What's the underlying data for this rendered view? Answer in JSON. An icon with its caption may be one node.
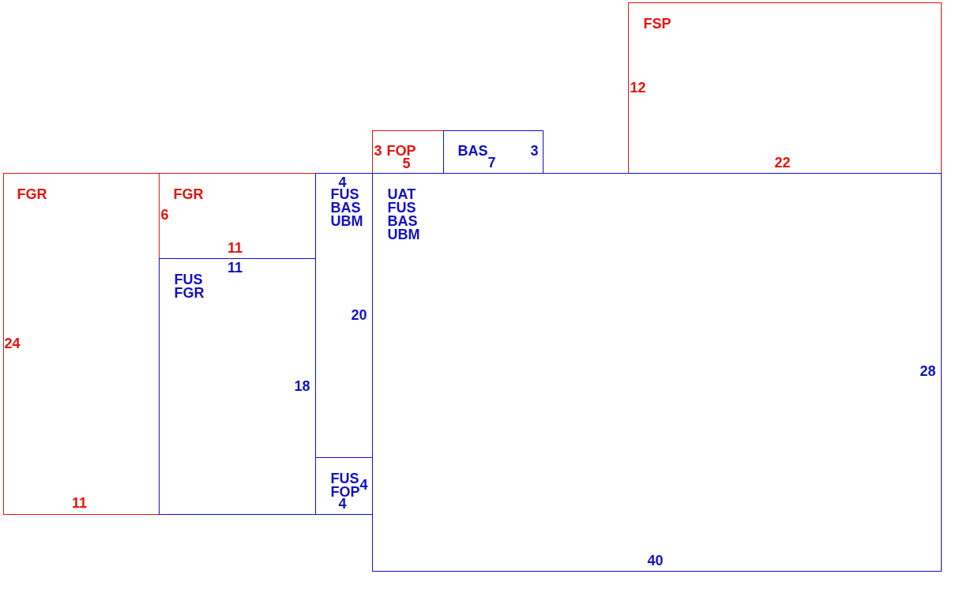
{
  "diagram": {
    "nodes": [
      {
        "text": [
          "FSP",
          "12",
          "22"
        ]
      },
      {
        "text": [
          "3",
          "FOP",
          "5"
        ]
      },
      {
        "text": [
          "BAS",
          "3",
          "7"
        ]
      },
      {
        "text": [
          "FGR",
          "24",
          "11"
        ]
      },
      {
        "text": [
          "FGR",
          "6",
          "11"
        ]
      },
      {
        "text": [
          "4",
          "FUS",
          "BAS",
          "UBM",
          "20"
        ]
      },
      {
        "text": [
          "UAT",
          "FUS",
          "BAS",
          "UBM",
          "28",
          "40"
        ]
      },
      {
        "text": [
          "11",
          "FUS",
          "FGR",
          "18"
        ]
      },
      {
        "text": [
          "FUS",
          "4",
          "FOP",
          "4"
        ]
      }
    ]
  }
}
